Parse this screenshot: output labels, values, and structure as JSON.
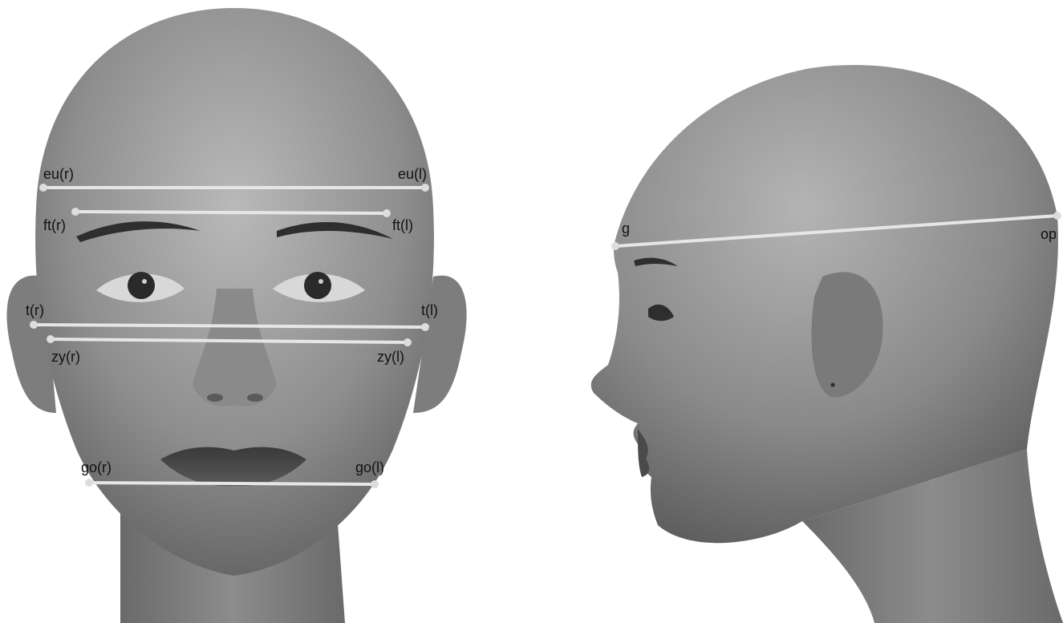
{
  "figure": {
    "views": [
      "frontal",
      "lateral"
    ],
    "colors": {
      "background": "#ffffff",
      "measurement_line": "#e6e6e6",
      "landmark_point": "#dddddd",
      "label_text": "#111111",
      "skin_light": "#b8b8b8",
      "skin_mid": "#8f8f8f",
      "skin_dark": "#5e5e5e"
    }
  },
  "frontal": {
    "measurements": [
      {
        "id": "eu",
        "left_label": "eu(r)",
        "right_label": "eu(l)"
      },
      {
        "id": "ft",
        "left_label": "ft(r)",
        "right_label": "ft(l)"
      },
      {
        "id": "t",
        "left_label": "t(r)",
        "right_label": "t(l)"
      },
      {
        "id": "zy",
        "left_label": "zy(r)",
        "right_label": "zy(l)"
      },
      {
        "id": "go",
        "left_label": "go(r)",
        "right_label": "go(l)"
      }
    ]
  },
  "lateral": {
    "measurements": [
      {
        "id": "g-op",
        "left_label": "g",
        "right_label": "op"
      }
    ]
  }
}
